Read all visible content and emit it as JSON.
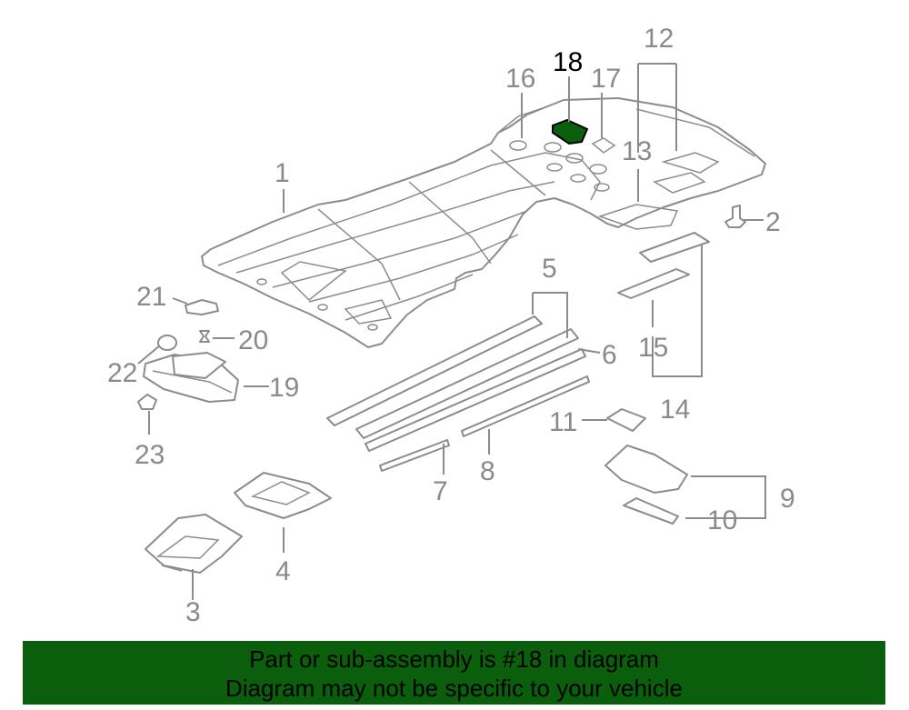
{
  "diagram": {
    "highlight_color": "#0b5e0b",
    "labels": {
      "l1": "1",
      "l2": "2",
      "l3": "3",
      "l4": "4",
      "l5": "5",
      "l6": "6",
      "l7": "7",
      "l8": "8",
      "l9": "9",
      "l10": "10",
      "l11": "11",
      "l12": "12",
      "l13": "13",
      "l14": "14",
      "l15": "15",
      "l16": "16",
      "l17": "17",
      "l18": "18",
      "l19": "19",
      "l20": "20",
      "l21": "21",
      "l22": "22",
      "l23": "23"
    }
  },
  "banner": {
    "line1": "Part or sub-assembly is #18 in diagram",
    "line2": "Diagram may not be specific to your vehicle",
    "background": "#0b5e0b"
  }
}
